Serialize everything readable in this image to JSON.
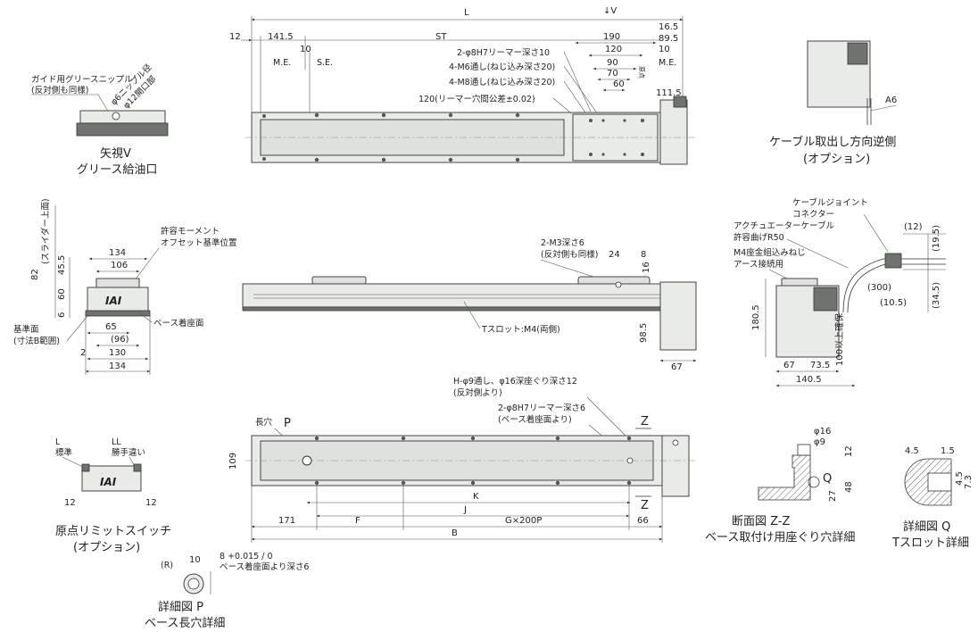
{
  "top_view": {
    "dims": {
      "L": "L",
      "d12": "12",
      "d141_5": "141.5",
      "d10": "10",
      "ST": "ST",
      "d190": "190",
      "d120": "120",
      "d90": "90",
      "d70": "70",
      "d60": "60",
      "d16_5": "16.5",
      "d89_5": "89.5",
      "d10r": "10",
      "d111_5": "111.5",
      "ME_left": "M.E.",
      "SE": "S.E.",
      "ME_right": "M.E.",
      "V_arrow": "↓V"
    },
    "notes": {
      "reamer10": "2-φ8H7リーマー深さ10",
      "m6": "4-M6通し(ねじ込み深さ20)",
      "m8": "4-M8通し(ねじ込み深さ20)",
      "reamer_pitch": "120(リーマー穴間公差±0.02)",
      "origin": "原点"
    }
  },
  "view_v": {
    "note1": "ガイド用グリースニップル",
    "note2": "(反対側も同様)",
    "nipple": "φ6ニップル径",
    "opening": "φ12開口部",
    "title1": "矢視V",
    "title2": "グリース給油口"
  },
  "cable_reverse": {
    "A6": "A6",
    "title1": "ケーブル取出し方向逆側",
    "title2": "(オプション)"
  },
  "end_view": {
    "d82": "82",
    "slider_top": "(スライダー上面)",
    "d45_5": "45.5",
    "d134": "134",
    "d106": "106",
    "d60": "60",
    "d6": "6",
    "d65": "65",
    "d96": "(96)",
    "d130": "130",
    "d2": "2",
    "d134b": "134",
    "moment1": "許容モーメント",
    "moment2": "オフセット基準位置",
    "base_face": "ベース着座面",
    "ref1": "基準面",
    "ref2": "(寸法B範囲)",
    "logo": "IAI"
  },
  "side_view": {
    "m3a": "2-M3深さ6",
    "m3b": "(反対側も同様)",
    "d24": "24",
    "d8": "8",
    "d16": "16",
    "tslot": "Tスロット:M4(両側)",
    "d98_5": "98.5",
    "d67": "67"
  },
  "cable_view": {
    "joint1": "ケーブルジョイント",
    "joint2": "コネクター",
    "act1": "アクチュエーターケーブル",
    "act2": "許容曲げR50",
    "m4a": "M4座金組込みねじ",
    "m4b": "アース接続用",
    "d12": "(12)",
    "d19_5": "(19.5)",
    "d300": "(300)",
    "d10_5": "(10.5)",
    "d34_5": "(34.5)",
    "d100": "100以上確保",
    "d180_5": "180.5",
    "d67": "67",
    "d73_5": "73.5",
    "d140_5": "140.5"
  },
  "bottom_view": {
    "h_holes1": "H-φ9通し、φ16深座ぐり深さ12",
    "h_holes2": "(反対側より)",
    "reamer6a": "2-φ8H7リーマー深さ6",
    "reamer6b": "(ベース着座面より)",
    "long_hole": "長穴",
    "P": "P",
    "d109": "109",
    "K": "K",
    "J": "J",
    "d171": "171",
    "F": "F",
    "G": "G×200P",
    "d66": "66",
    "B": "B",
    "Z1": "Z",
    "Z2": "Z"
  },
  "limit_switch": {
    "L1": "L",
    "L2": "標準",
    "LL1": "LL",
    "LL2": "勝手違い",
    "d12a": "12",
    "d12b": "12",
    "logo": "IAI",
    "title1": "原点リミットスイッチ",
    "title2": "(オプション)"
  },
  "detail_p": {
    "R": "(R)",
    "d10": "10",
    "tol": "8 +0.015 / 0",
    "depth": "ベース着座面より深さ6",
    "title1": "詳細図 P",
    "title2": "ベース長穴詳細"
  },
  "section_z": {
    "d16": "φ16",
    "d9": "φ9",
    "d12": "12",
    "Q": "Q",
    "d27": "27",
    "d48": "48",
    "title1": "断面図 Z-Z",
    "title2": "ベース取付け用座ぐり穴詳細"
  },
  "detail_q": {
    "d4_5": "4.5",
    "d1_5": "1.5",
    "d4_5v": "4.5",
    "d7_3": "7.3",
    "title1": "詳細図 Q",
    "title2": "Tスロット詳細"
  }
}
